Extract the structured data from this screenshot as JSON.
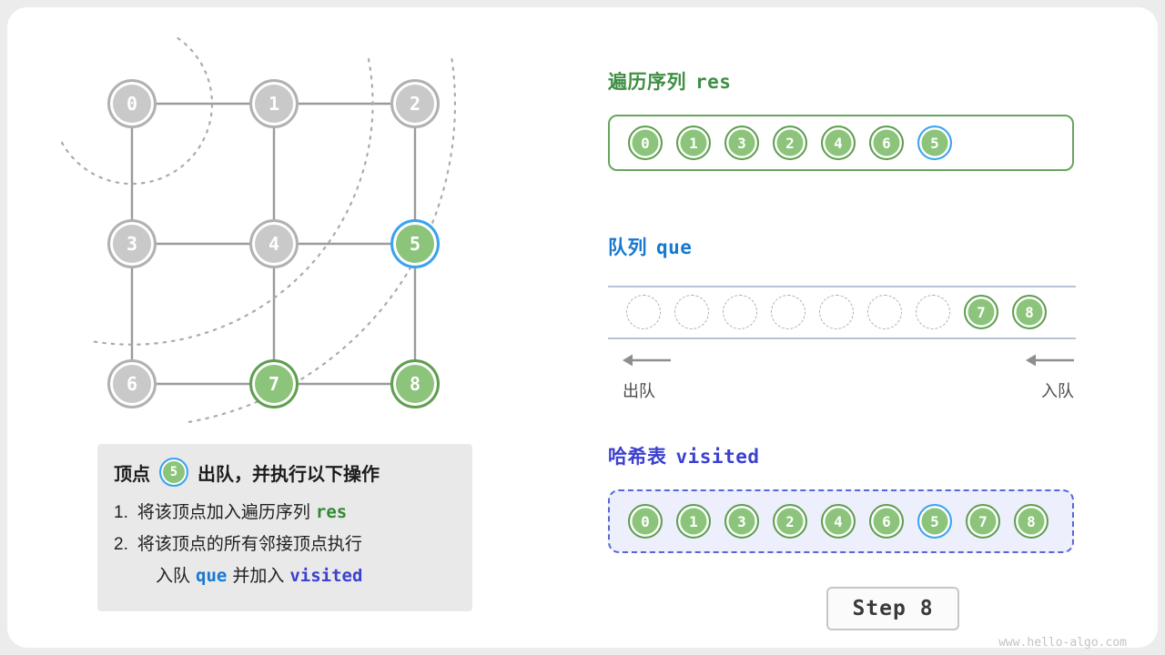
{
  "graph": {
    "nodes": [
      {
        "label": "0",
        "state": "gray"
      },
      {
        "label": "1",
        "state": "gray"
      },
      {
        "label": "2",
        "state": "gray"
      },
      {
        "label": "3",
        "state": "gray"
      },
      {
        "label": "4",
        "state": "gray"
      },
      {
        "label": "5",
        "state": "current"
      },
      {
        "label": "6",
        "state": "gray"
      },
      {
        "label": "7",
        "state": "green"
      },
      {
        "label": "8",
        "state": "green"
      }
    ],
    "edges": [
      "0-1",
      "1-2",
      "0-3",
      "1-4",
      "2-5",
      "3-4",
      "4-5",
      "3-6",
      "4-7",
      "5-8",
      "6-7",
      "7-8"
    ]
  },
  "res_panel": {
    "heading": "遍历序列",
    "heading_code": "res",
    "items": [
      "0",
      "1",
      "3",
      "2",
      "4",
      "6",
      "5"
    ],
    "highlight_value": "5"
  },
  "queue_panel": {
    "heading": "队列",
    "heading_code": "que",
    "empty_slots": 7,
    "items": [
      "7",
      "8"
    ],
    "dequeue_label": "出队",
    "enqueue_label": "入队"
  },
  "visited_panel": {
    "heading": "哈希表",
    "heading_code": "visited",
    "items": [
      "0",
      "1",
      "3",
      "2",
      "4",
      "6",
      "5",
      "7",
      "8"
    ],
    "highlight_value": "5"
  },
  "info_box": {
    "title_prefix": "顶点",
    "node_label": "5",
    "title_suffix": "出队，并执行以下操作",
    "step1_num": "1.",
    "step1_text": "将该顶点加入遍历序列",
    "step1_code": "res",
    "step2_num": "2.",
    "step2_text": "将该顶点的所有邻接顶点执行",
    "step3_text1": "入队",
    "step3_code1": "que",
    "step3_text2": "并加入",
    "step3_code2": "visited"
  },
  "step_label": "Step 8",
  "watermark": "www.hello-algo.com",
  "colors": {
    "node_green": "#8bc47a",
    "node_green_ring": "#5f9e50",
    "node_gray": "#c9c9c9",
    "node_gray_ring": "#b1b1b1",
    "highlight_blue": "#3aa2f5",
    "res_green": "#3f8f44",
    "que_blue": "#1779d2",
    "visited_indigo": "#3c40d0"
  }
}
